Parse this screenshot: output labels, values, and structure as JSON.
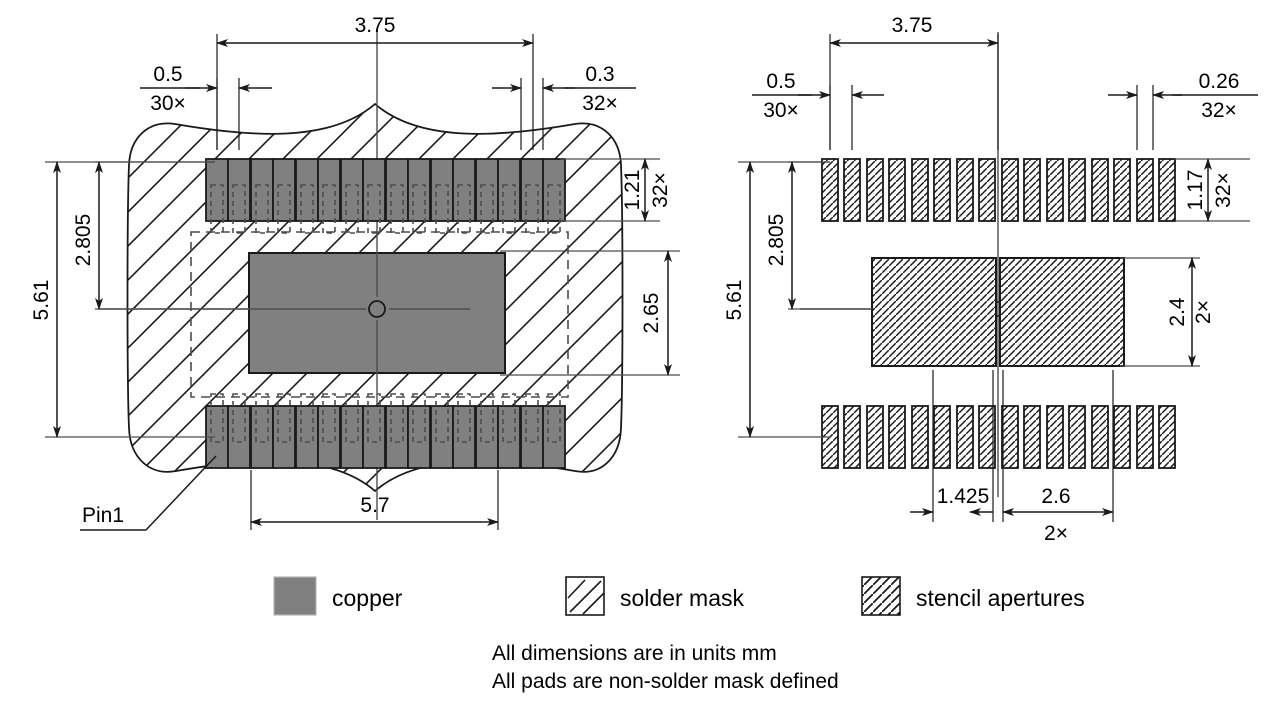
{
  "title": "PCB land pattern and stencil drawing",
  "colors": {
    "copper": "#808080",
    "line": "#1a1a1a",
    "thin_line": "#4d4d4d",
    "background": "#ffffff"
  },
  "left_view": {
    "name": "land-pattern-view",
    "dimensions": {
      "pad_pitch": {
        "value": "0.5",
        "count": "30×"
      },
      "row_span": {
        "value": "3.75"
      },
      "pad_width": {
        "value": "0.3",
        "count": "32×"
      },
      "pad_length": {
        "value": "1.21",
        "count": "32×"
      },
      "overall_height": {
        "value": "5.61"
      },
      "inner_height": {
        "value": "2.805"
      },
      "center_gap": {
        "value": "2.65"
      },
      "overall_width": {
        "value": "5.7"
      }
    },
    "pin1_label": "Pin1",
    "top_pad_count": 16,
    "bottom_pad_count": 16
  },
  "right_view": {
    "name": "stencil-aperture-view",
    "dimensions": {
      "pad_pitch": {
        "value": "0.5",
        "count": "30×"
      },
      "row_span": {
        "value": "3.75"
      },
      "aperture_width": {
        "value": "0.26",
        "count": "32×"
      },
      "aperture_length": {
        "value": "1.17",
        "count": "32×"
      },
      "overall_height": {
        "value": "5.61"
      },
      "inner_height": {
        "value": "2.805"
      },
      "center_aperture_height": {
        "value": "2.4",
        "count": "2×"
      },
      "center_offset": {
        "value": "1.425"
      },
      "center_aperture_width": {
        "value": "2.6",
        "count": "2×"
      }
    },
    "top_aperture_count": 16,
    "bottom_aperture_count": 16
  },
  "legend": {
    "items": [
      {
        "key": "copper",
        "label": "copper",
        "swatch": "solid-gray"
      },
      {
        "key": "solder_mask",
        "label": "solder mask",
        "swatch": "sparse-hatch"
      },
      {
        "key": "stencil",
        "label": "stencil apertures",
        "swatch": "dense-hatch"
      }
    ]
  },
  "notes": {
    "line1": "All dimensions are in units mm",
    "line2": "All pads are non-solder mask defined"
  }
}
